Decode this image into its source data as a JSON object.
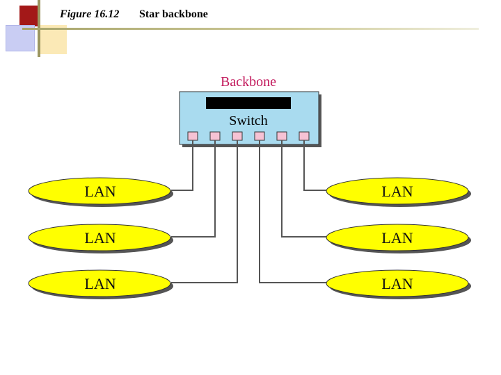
{
  "caption": {
    "figure_label": "Figure 16.12",
    "title": "Star backbone"
  },
  "diagram": {
    "backbone_label": "Backbone",
    "switch_label": "Switch",
    "lans": [
      {
        "label": "LAN"
      },
      {
        "label": "LAN"
      },
      {
        "label": "LAN"
      },
      {
        "label": "LAN"
      },
      {
        "label": "LAN"
      },
      {
        "label": "LAN"
      }
    ]
  },
  "colors": {
    "backbone_label": "#c2185b",
    "switch_fill": "#a9dbef",
    "lan_fill": "#ffff00",
    "port_fill": "#f6c2d4"
  }
}
